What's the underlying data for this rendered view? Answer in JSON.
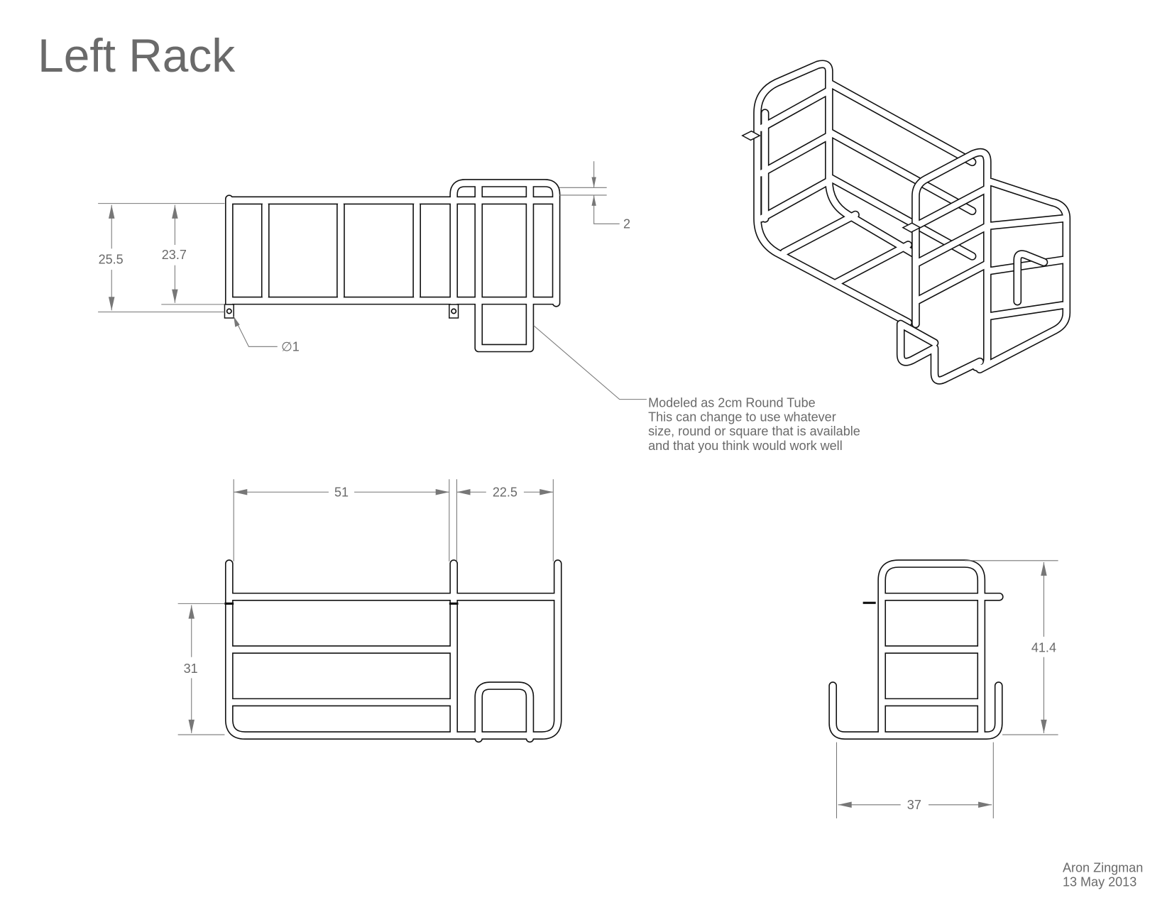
{
  "title": "Left Rack",
  "top_view": {
    "dim_overall_height": "25.5",
    "dim_inner_height": "23.7",
    "dim_offset": "2",
    "dim_hole": "∅1"
  },
  "note": {
    "lines": [
      "Modeled as 2cm Round Tube",
      "This can change to use whatever",
      "size, round or square that is available",
      "and that you think would work well"
    ]
  },
  "front_view": {
    "dim_main_width": "51",
    "dim_side_width": "22.5",
    "dim_height": "31"
  },
  "side_view": {
    "dim_height": "41.4",
    "dim_width": "37"
  },
  "footer": {
    "author": "Aron Zingman",
    "date": "13 May 2013"
  }
}
